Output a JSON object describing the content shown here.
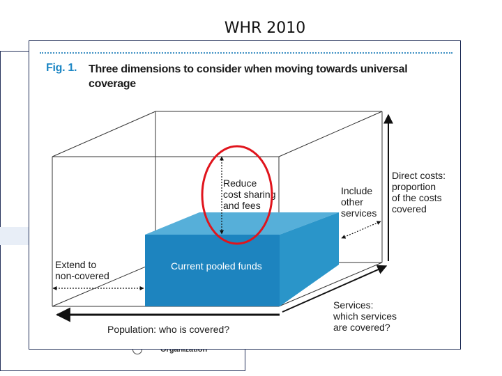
{
  "slide": {
    "title": "WHR 2010"
  },
  "back_slide": {
    "logo_text": "Organization"
  },
  "figure": {
    "number": "Fig. 1.",
    "title": "Three dimensions to consider when moving towards universal coverage",
    "box_label": "Current pooled funds",
    "labels": {
      "reduce": [
        "Reduce",
        "cost sharing",
        "and fees"
      ],
      "include": [
        "Include",
        "other",
        "services"
      ],
      "direct_costs": [
        "Direct costs:",
        "proportion",
        "of the costs",
        "covered"
      ],
      "extend": [
        "Extend to",
        "non-covered"
      ],
      "services": [
        "Services:",
        "which services",
        "are covered?"
      ],
      "population": "Population: who is covered?"
    }
  },
  "colors": {
    "box_front": "#1d84bf",
    "box_top": "#56afd9",
    "box_side": "#2a95c9",
    "fig_number": "#1c86c4",
    "highlight_ellipse": "#e0141c",
    "frame_border": "#1d2b55"
  }
}
